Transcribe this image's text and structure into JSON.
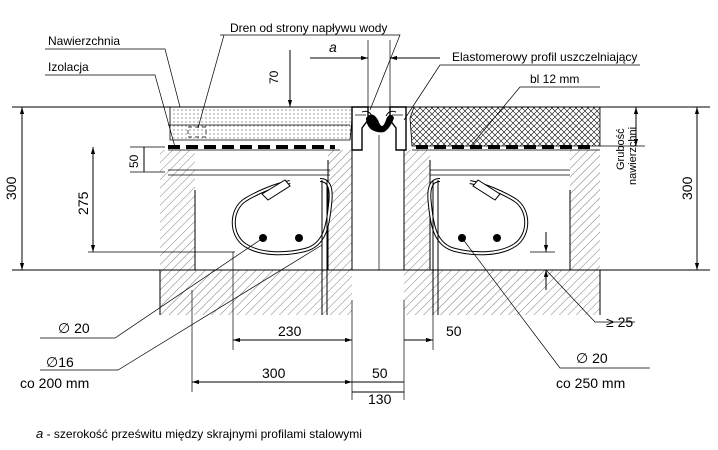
{
  "labels": {
    "dren": "Dren od strony  napływu wody",
    "a_top": "a",
    "nawierzchnia": "Nawierzchnia",
    "izolacja": "Izolacja",
    "elastomer": "Elastomerowy profil uszczelniający",
    "bl": "bl 12 mm",
    "d70": "70",
    "d300_left": "300",
    "d275": "275",
    "d50_left": "50",
    "grubosc_1": "Grubość",
    "grubosc_2": "nawierzchni",
    "d300_right": "300",
    "phi20_left": "∅ 20",
    "d230": "230",
    "d50_mid": "50",
    "ge25": "≥ 25",
    "phi16": "∅16",
    "co200": "co 200 mm",
    "d300_bottom": "300",
    "d50_bottom": "50",
    "d130": "130",
    "phi20_right": "∅ 20",
    "co250": "co 250 mm"
  },
  "footnote": {
    "symbol": "a",
    "text": " - szerokość prześwitu między skrajnymi profilami stalowymi"
  }
}
